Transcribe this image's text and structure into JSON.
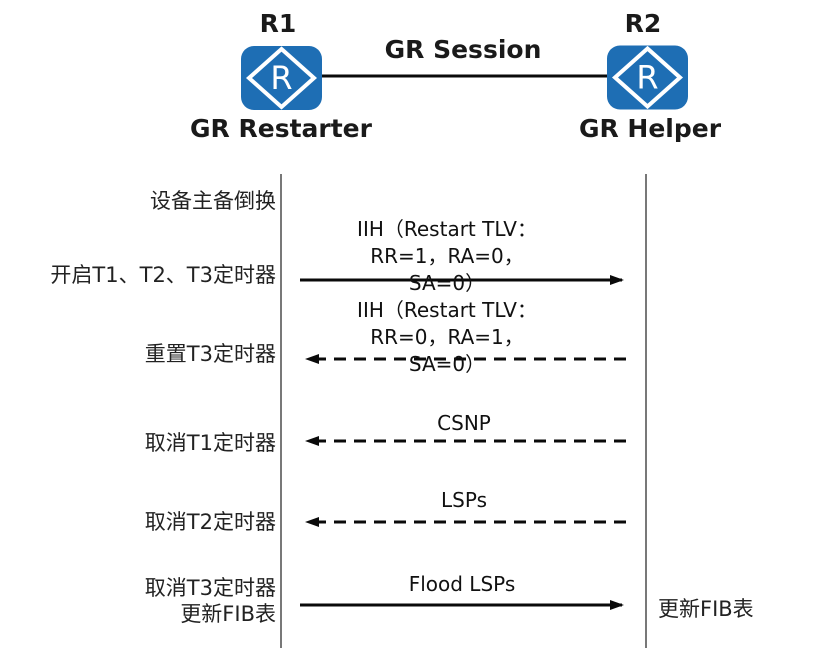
{
  "colors": {
    "router_blue": "#1e6eb4",
    "lifeline_gray": "#787878",
    "arrow_black": "#0a0a0a"
  },
  "topology": {
    "left_node": {
      "name": "R1",
      "role": "GR Restarter",
      "letter": "R"
    },
    "right_node": {
      "name": "R2",
      "role": "GR Helper",
      "letter": "R"
    },
    "link_label": "GR Session"
  },
  "sequence": {
    "left_events": [
      {
        "label": "设备主备倒换"
      },
      {
        "label": "开启T1、T2、T3定时器"
      },
      {
        "label": "重置T3定时器"
      },
      {
        "label": "取消T1定时器"
      },
      {
        "label": "取消T2定时器"
      },
      {
        "label": "取消T3定时器",
        "label2": "更新FIB表"
      }
    ],
    "right_events": [
      {
        "label": "更新FIB表"
      }
    ],
    "messages": [
      {
        "direction": "right",
        "style": "solid",
        "lines": [
          "IIH（Restart TLV：",
          "RR=1，RA=0，",
          "SA=0）"
        ]
      },
      {
        "direction": "left",
        "style": "dashed",
        "lines": [
          "IIH（Restart TLV：",
          "RR=0，RA=1，",
          "SA=0）"
        ]
      },
      {
        "direction": "left",
        "style": "dashed",
        "lines": [
          "CSNP"
        ]
      },
      {
        "direction": "left",
        "style": "dashed",
        "lines": [
          "LSPs"
        ]
      },
      {
        "direction": "right",
        "style": "solid",
        "lines": [
          "Flood LSPs"
        ]
      }
    ]
  }
}
